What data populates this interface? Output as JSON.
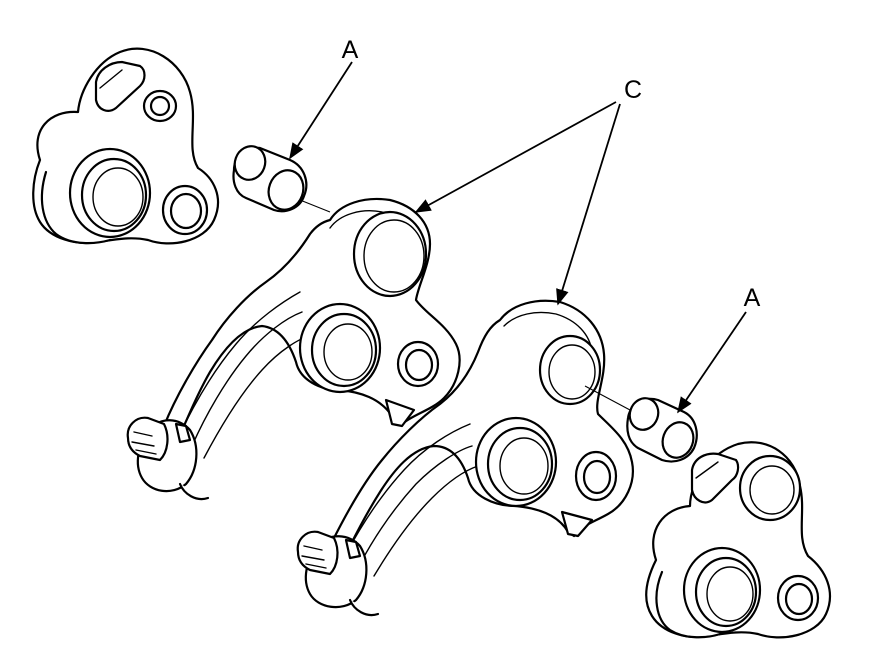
{
  "callouts": {
    "a_top": "A",
    "a_right": "A",
    "c": "C"
  },
  "colors": {
    "line": "#000000",
    "background": "#ffffff"
  }
}
